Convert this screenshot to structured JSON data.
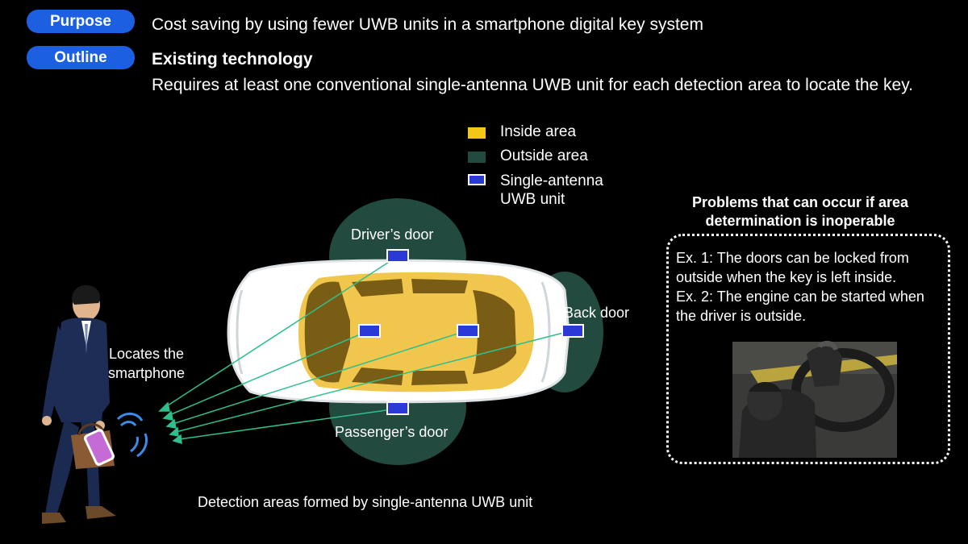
{
  "header": {
    "purpose_label": "Purpose",
    "purpose_text": "Cost saving by using fewer UWB units in a smartphone digital key system",
    "outline_label": "Outline",
    "outline_heading": "Existing technology",
    "outline_text": "Requires at least one conventional single-antenna UWB unit for each detection area to locate the key."
  },
  "legend": {
    "items": [
      {
        "label": "Inside area",
        "color": "#f5c518"
      },
      {
        "label": "Outside area",
        "color": "#224a3e"
      },
      {
        "label_lines": [
          "Single-antenna",
          "UWB unit"
        ],
        "color": "#2b3ad6"
      }
    ]
  },
  "diagram": {
    "drivers_door": "Driver’s door",
    "back_door": "Back door",
    "passengers_door": "Passenger’s door",
    "locates_line1": "Locates the",
    "locates_line2": "smartphone",
    "caption": "Detection areas formed by single-antenna UWB unit",
    "colors": {
      "outside": "#224a3e",
      "inside": "#f0c64c",
      "uwb": "#2b3ad6",
      "ray": "#2fbf8e"
    }
  },
  "problems": {
    "title_line1": "Problems that can occur if area",
    "title_line2": "determination is inoperable",
    "ex1_line1": "Ex. 1: The doors can be locked from",
    "ex1_line2": "outside when the key is left inside.",
    "ex2_line1": "Ex. 2: The engine can be started when",
    "ex2_line2": "the driver is outside."
  }
}
